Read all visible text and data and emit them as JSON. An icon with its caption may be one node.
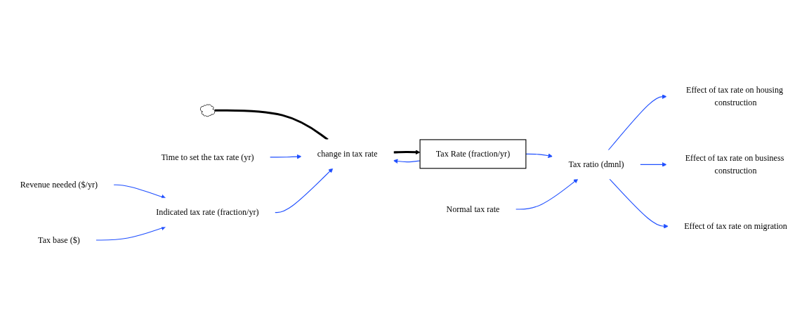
{
  "diagram": {
    "nodes": [
      {
        "text": [],
        "shape": "cloud"
      },
      {
        "text": [
          "change in tax rate"
        ]
      },
      {
        "text": [
          "Tax Rate (fraction/yr)"
        ]
      },
      {
        "text": [
          "Time to set the tax rate (yr)"
        ]
      },
      {
        "text": [
          "Normal tax rate"
        ]
      },
      {
        "text": [
          "Tax ratio (dmnl)"
        ]
      },
      {
        "text": [
          "Indicated tax rate (fraction/yr)"
        ]
      },
      {
        "text": [
          "Revenue needed ($/yr)"
        ]
      },
      {
        "text": [
          "Tax base ($)"
        ]
      },
      {
        "text": [
          "Effect of tax rate on housing construction"
        ]
      },
      {
        "text": [
          "Effect of tax rate on business construction"
        ]
      },
      {
        "text": [
          "Effect of tax rate on migration"
        ]
      }
    ],
    "edges": [
      {
        "from": 0,
        "to": 1,
        "arrow": "none",
        "style": "thick",
        "color": "#000000"
      },
      {
        "from": 1,
        "to": 2,
        "arrow": "to",
        "style": "thick",
        "color": "#000000"
      },
      {
        "from": 3,
        "to": 1,
        "arrow": "to"
      },
      {
        "from": 2,
        "to": 1,
        "arrow": "to"
      },
      {
        "from": 6,
        "to": 1,
        "arrow": "to"
      },
      {
        "from": 7,
        "to": 6,
        "arrow": "to"
      },
      {
        "from": 8,
        "to": 6,
        "arrow": "to"
      },
      {
        "from": 2,
        "to": 5,
        "arrow": "to"
      },
      {
        "from": 4,
        "to": 5,
        "arrow": "to"
      },
      {
        "from": 5,
        "to": 9,
        "arrow": "to"
      },
      {
        "from": 5,
        "to": 10,
        "arrow": "to"
      },
      {
        "from": 5,
        "to": 11,
        "arrow": "to"
      }
    ]
  }
}
